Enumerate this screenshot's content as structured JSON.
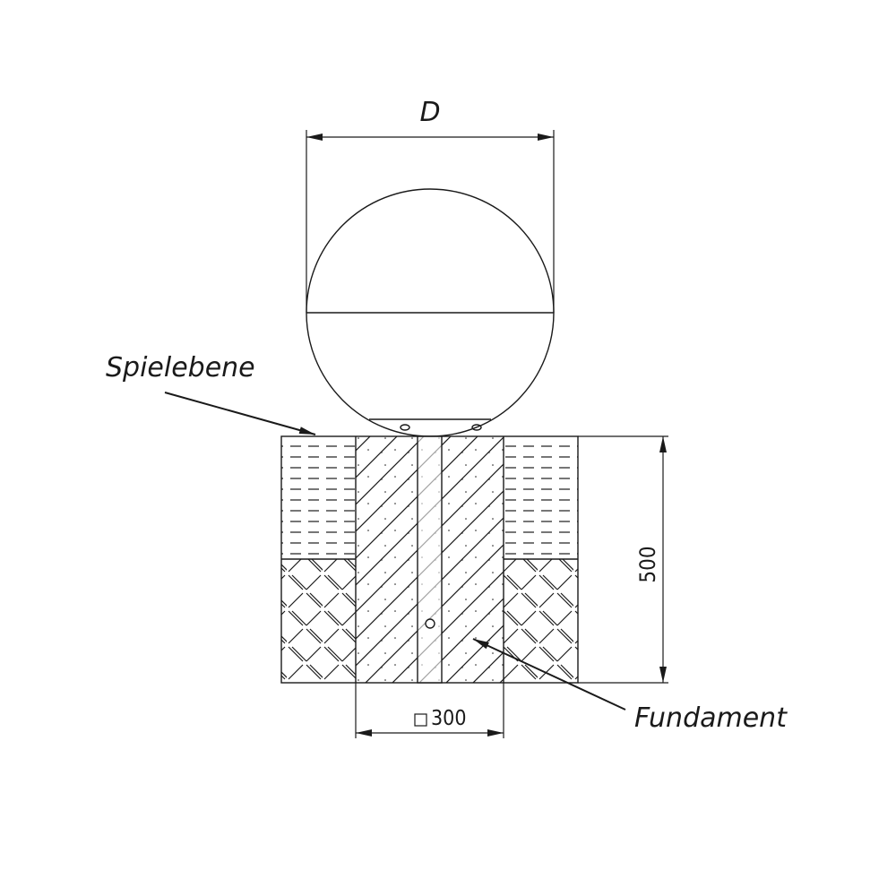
{
  "dimensions": {
    "diameter_label": "D",
    "depth_label": "500",
    "width_label": "300",
    "width_prefix_icon": "square-icon"
  },
  "labels": {
    "play_surface": "Spielebene",
    "foundation": "Fundament"
  },
  "colors": {
    "line": "#1a1a1a",
    "background": "#ffffff"
  }
}
